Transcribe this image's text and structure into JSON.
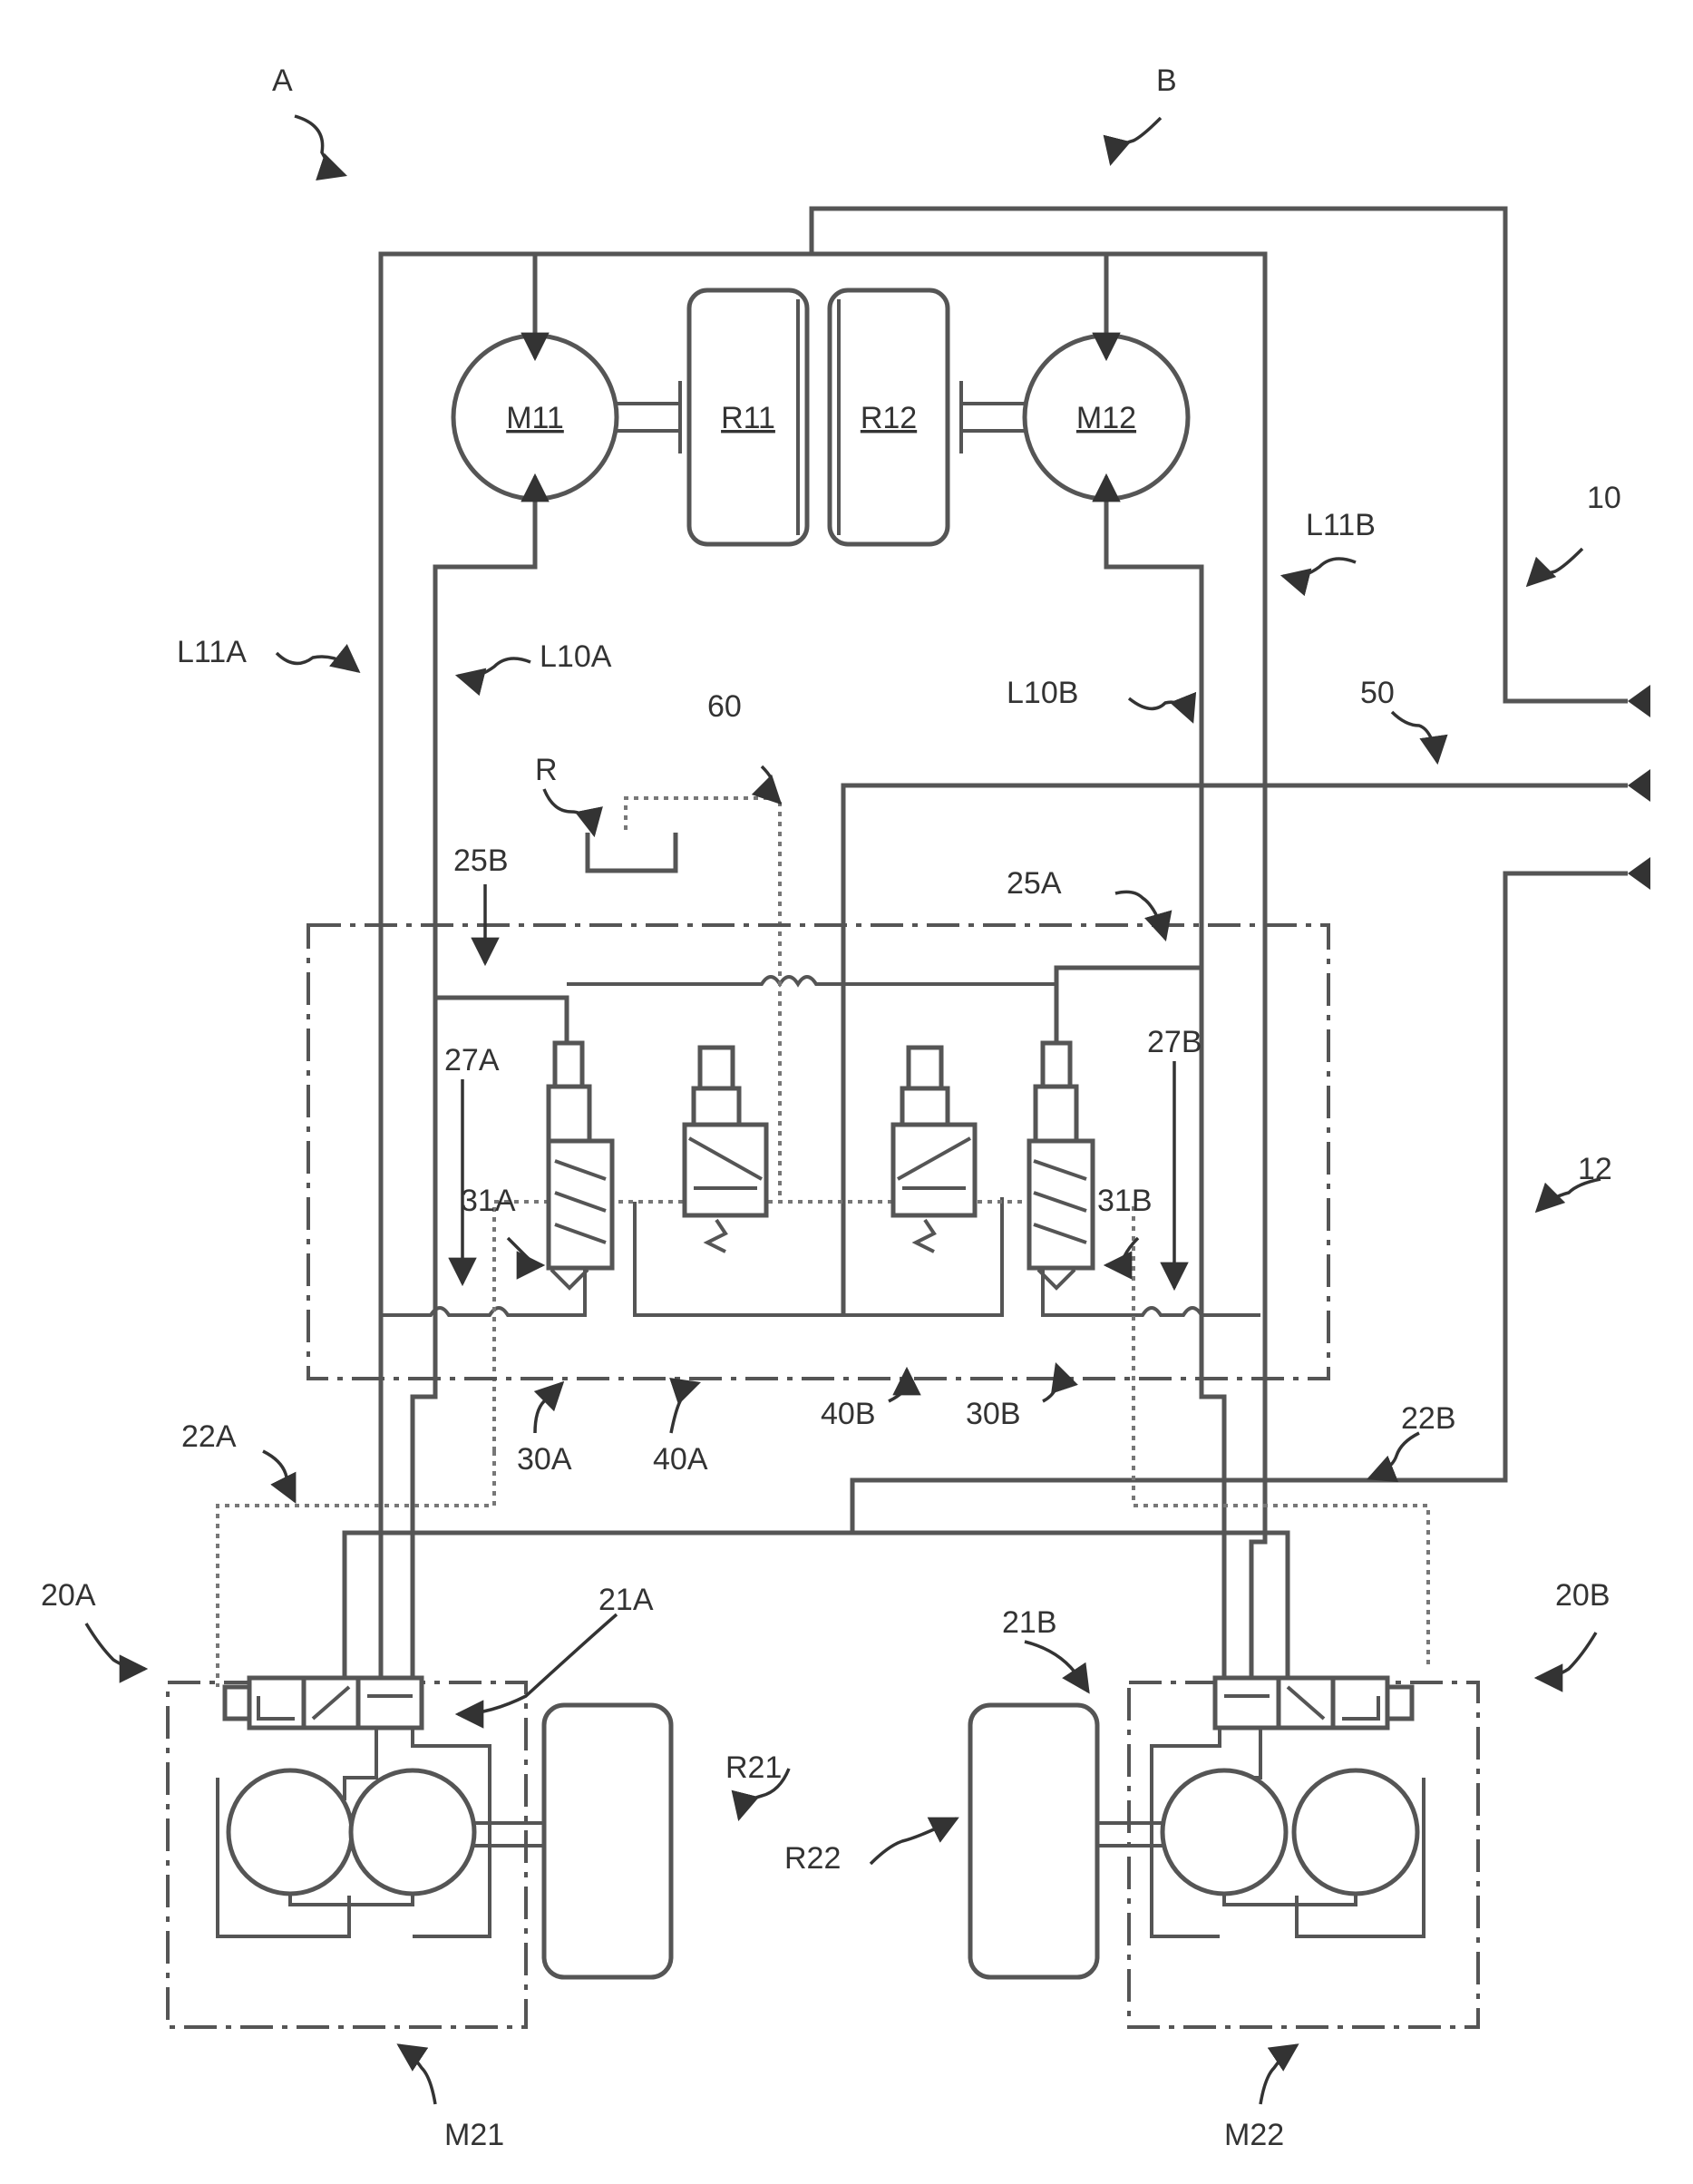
{
  "labels": {
    "A": "A",
    "B": "B",
    "M11": "M11",
    "R11": "R11",
    "R12": "R12",
    "M12": "M12",
    "L11A": "L11A",
    "L10A": "L10A",
    "L11B": "L11B",
    "L10B": "L10B",
    "n10": "10",
    "n50": "50",
    "n60": "60",
    "R": "R",
    "n25B": "25B",
    "n25A": "25A",
    "n27A": "27A",
    "n27B": "27B",
    "n31A": "31A",
    "n31B": "31B",
    "n12": "12",
    "n22A": "22A",
    "n22B": "22B",
    "n30A": "30A",
    "n40A": "40A",
    "n40B": "40B",
    "n30B": "30B",
    "n20A": "20A",
    "n20B": "20B",
    "n21A": "21A",
    "n21B": "21B",
    "R21": "R21",
    "R22": "R22",
    "M21": "M21",
    "M22": "M22"
  }
}
